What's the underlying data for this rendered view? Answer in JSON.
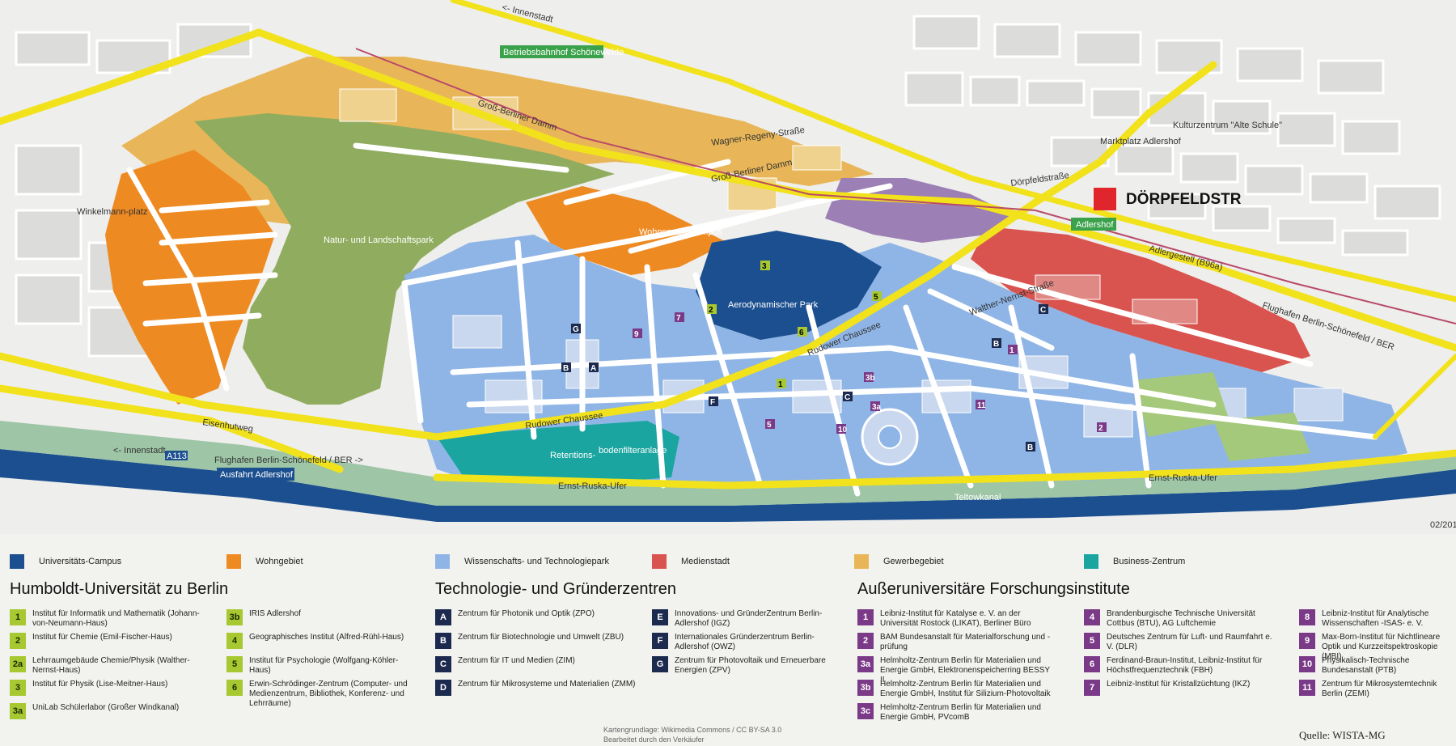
{
  "map": {
    "highlight_label": "DÖRPFELDSTR",
    "highlight_color": "#e0262c",
    "date_note": "02/201",
    "streets": {
      "rudower1": "Rudower Chaussee",
      "rudower2": "Rudower Chaussee",
      "grossberliner1": "Groß-Berliner Damm",
      "grossberliner2": "Groß-Berliner Damm",
      "ernst1": "Ernst-Ruska-Ufer",
      "ernst2": "Ernst-Ruska-Ufer",
      "teltow": "Teltowkanal",
      "eisenhut": "Eisenhutweg",
      "adlergestell": "Adlergestell (B96a)",
      "flughafen_road": "Flughafen Berlin-Schönefeld / BER",
      "innenstadt_top": "<- Innenstadt",
      "innenstadt_left": "<- Innenstadt",
      "flughafen_left": "Flughafen Berlin-Schönefeld / BER ->",
      "dorpfeld": "Dörpfeldstraße",
      "wagner": "Wagner-Regeny-Straße",
      "walther": "Walther-Nernst-Straße"
    },
    "places": {
      "betriebsbahnhof": "Betriebsbahnhof Schöneweide",
      "adlershof": "Adlershof",
      "ausfahrt": "Ausfahrt Adlershof",
      "a113": "A113",
      "kultur": "Kulturzentrum \"Alte Schule\"",
      "marktplatz": "Marktplatz Adlershof",
      "winkelmann": "Winkelmann-platz",
      "landschaftspark": "Natur- und Landschaftspark",
      "aerodynamisch": "Aerodynamischer Park",
      "wohnen": "Wohnen am Campus",
      "relations": "Retentions-",
      "bodenfilter": "bodenfilteranlage"
    }
  },
  "legend": {
    "swatches": [
      {
        "label": "Universitäts-Campus",
        "color": "#1c4f8f"
      },
      {
        "label": "Wohngebiet",
        "color": "#ee8a22"
      },
      {
        "label": "Wissenschafts- und Technologiepark",
        "color": "#8fb5e6"
      },
      {
        "label": "Medienstadt",
        "color": "#d9534f"
      },
      {
        "label": "Gewerbegebiet",
        "color": "#e8b658"
      },
      {
        "label": "Business-Zentrum",
        "color": "#1aa5a0"
      }
    ],
    "hu": {
      "title": "Humboldt-Universität zu Berlin",
      "items": [
        {
          "id": "1",
          "text": "Institut für Informatik und Mathematik (Johann-von-Neumann-Haus)"
        },
        {
          "id": "2",
          "text": "Institut für Chemie (Emil-Fischer-Haus)"
        },
        {
          "id": "2a",
          "text": "Lehrraumgebäude Chemie/Physik (Walther-Nernst-Haus)"
        },
        {
          "id": "3",
          "text": "Institut für Physik (Lise-Meitner-Haus)"
        },
        {
          "id": "3a",
          "text": "UniLab Schülerlabor (Großer Windkanal)"
        },
        {
          "id": "3b",
          "text": "IRIS Adlershof"
        },
        {
          "id": "4",
          "text": "Geographisches Institut (Alfred-Rühl-Haus)"
        },
        {
          "id": "5",
          "text": "Institut für Psychologie (Wolfgang-Köhler-Haus)"
        },
        {
          "id": "6",
          "text": "Erwin-Schrödinger-Zentrum (Computer- und Medienzentrum, Bibliothek, Konferenz- und Lehrräume)"
        }
      ]
    },
    "tg": {
      "title": "Technologie- und Gründerzentren",
      "items": [
        {
          "id": "A",
          "text": "Zentrum für Photonik und Optik (ZPO)"
        },
        {
          "id": "B",
          "text": "Zentrum für Biotechnologie und Umwelt (ZBU)"
        },
        {
          "id": "C",
          "text": "Zentrum für IT und Medien (ZIM)"
        },
        {
          "id": "D",
          "text": "Zentrum für Mikrosysteme und Materialien (ZMM)"
        },
        {
          "id": "E",
          "text": "Innovations- und GründerZentrum Berlin-Adlershof (IGZ)"
        },
        {
          "id": "F",
          "text": "Internationales Gründerzentrum Berlin-Adlershof (OWZ)"
        },
        {
          "id": "G",
          "text": "Zentrum für Photovoltaik und Erneuerbare Energien (ZPV)"
        }
      ]
    },
    "af": {
      "title": "Außeruniversitäre Forschungsinstitute",
      "items": [
        {
          "id": "1",
          "text": "Leibniz-Institut für Katalyse e. V. an der Universität Rostock (LIKAT), Berliner Büro"
        },
        {
          "id": "2",
          "text": "BAM Bundesanstalt für Materialforschung und -prüfung"
        },
        {
          "id": "3a",
          "text": "Helmholtz-Zentrum Berlin für Materialien und Energie GmbH, Elektronenspeicherring BESSY II"
        },
        {
          "id": "3b",
          "text": "Helmholtz-Zentrum Berlin für Materialien und Energie GmbH, Institut für Silizium-Photovoltaik"
        },
        {
          "id": "3c",
          "text": "Helmholtz-Zentrum Berlin für Materialien und Energie GmbH, PVcomB"
        },
        {
          "id": "4",
          "text": "Brandenburgische Technische Universität Cottbus (BTU), AG Luftchemie"
        },
        {
          "id": "5",
          "text": "Deutsches Zentrum für Luft- und Raumfahrt e. V. (DLR)"
        },
        {
          "id": "6",
          "text": "Ferdinand-Braun-Institut, Leibniz-Institut für Höchstfrequenztechnik (FBH)"
        },
        {
          "id": "7",
          "text": "Leibniz-Institut für Kristallzüchtung (IKZ)"
        },
        {
          "id": "8",
          "text": "Leibniz-Institut für Analytische Wissenschaften -ISAS- e. V."
        },
        {
          "id": "9",
          "text": "Max-Born-Institut für Nichtlineare Optik und Kurzzeitspektroskopie (MBI)"
        },
        {
          "id": "10",
          "text": "Physikalisch-Technische Bundesanstalt (PTB)"
        },
        {
          "id": "11",
          "text": "Zentrum für Mikrosystemtechnik Berlin (ZEMI)"
        }
      ]
    },
    "footer": {
      "line1": "Kartengrundlage: Wikimedia Commons / CC BY-SA 3.0",
      "line2": "Bearbeitet durch den Verkäufer",
      "source": "Quelle: WISTA-MG"
    }
  }
}
